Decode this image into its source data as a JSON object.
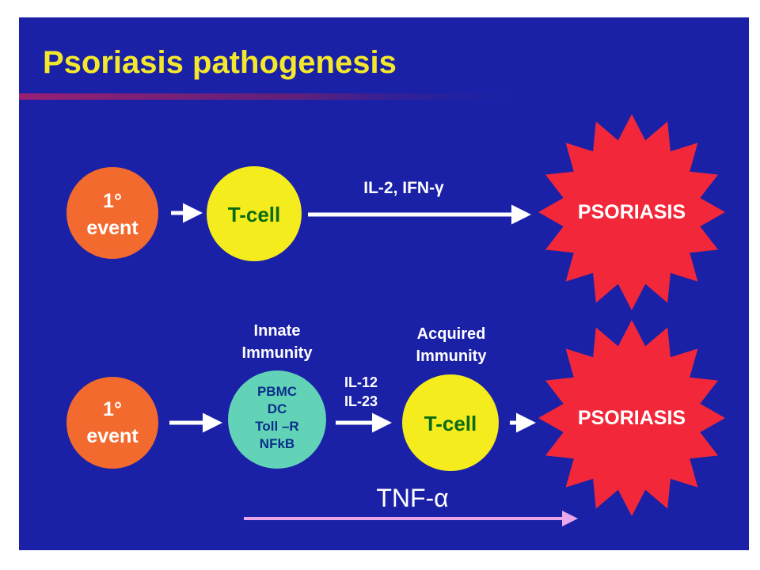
{
  "slide": {
    "title": "Psoriasis pathogenesis",
    "colors": {
      "background": "#1a21a6",
      "title": "#f4e82c",
      "orange": "#f26a2e",
      "yellow": "#f5ec1d",
      "teal": "#62d3b7",
      "burst": "#f2283a",
      "arrow": "#ffffff",
      "tnf_arrow": "#e9a6ea"
    }
  },
  "row1": {
    "event": {
      "line1": "1°",
      "line2": "event"
    },
    "tcell": "T-cell",
    "cytokines": "IL-2, IFN-γ",
    "outcome": "PSORIASIS"
  },
  "row2": {
    "event": {
      "line1": "1°",
      "line2": "event"
    },
    "innate": {
      "heading_line1": "Innate",
      "heading_line2": "Immunity",
      "items": [
        "PBMC",
        "DC",
        "Toll –R",
        "NFkB"
      ]
    },
    "cytokines": [
      "IL-12",
      "IL-23"
    ],
    "acquired": {
      "heading_line1": "Acquired",
      "heading_line2": "Immunity"
    },
    "tcell": "T-cell",
    "outcome": "PSORIASIS",
    "tnf": "TNF-α"
  }
}
